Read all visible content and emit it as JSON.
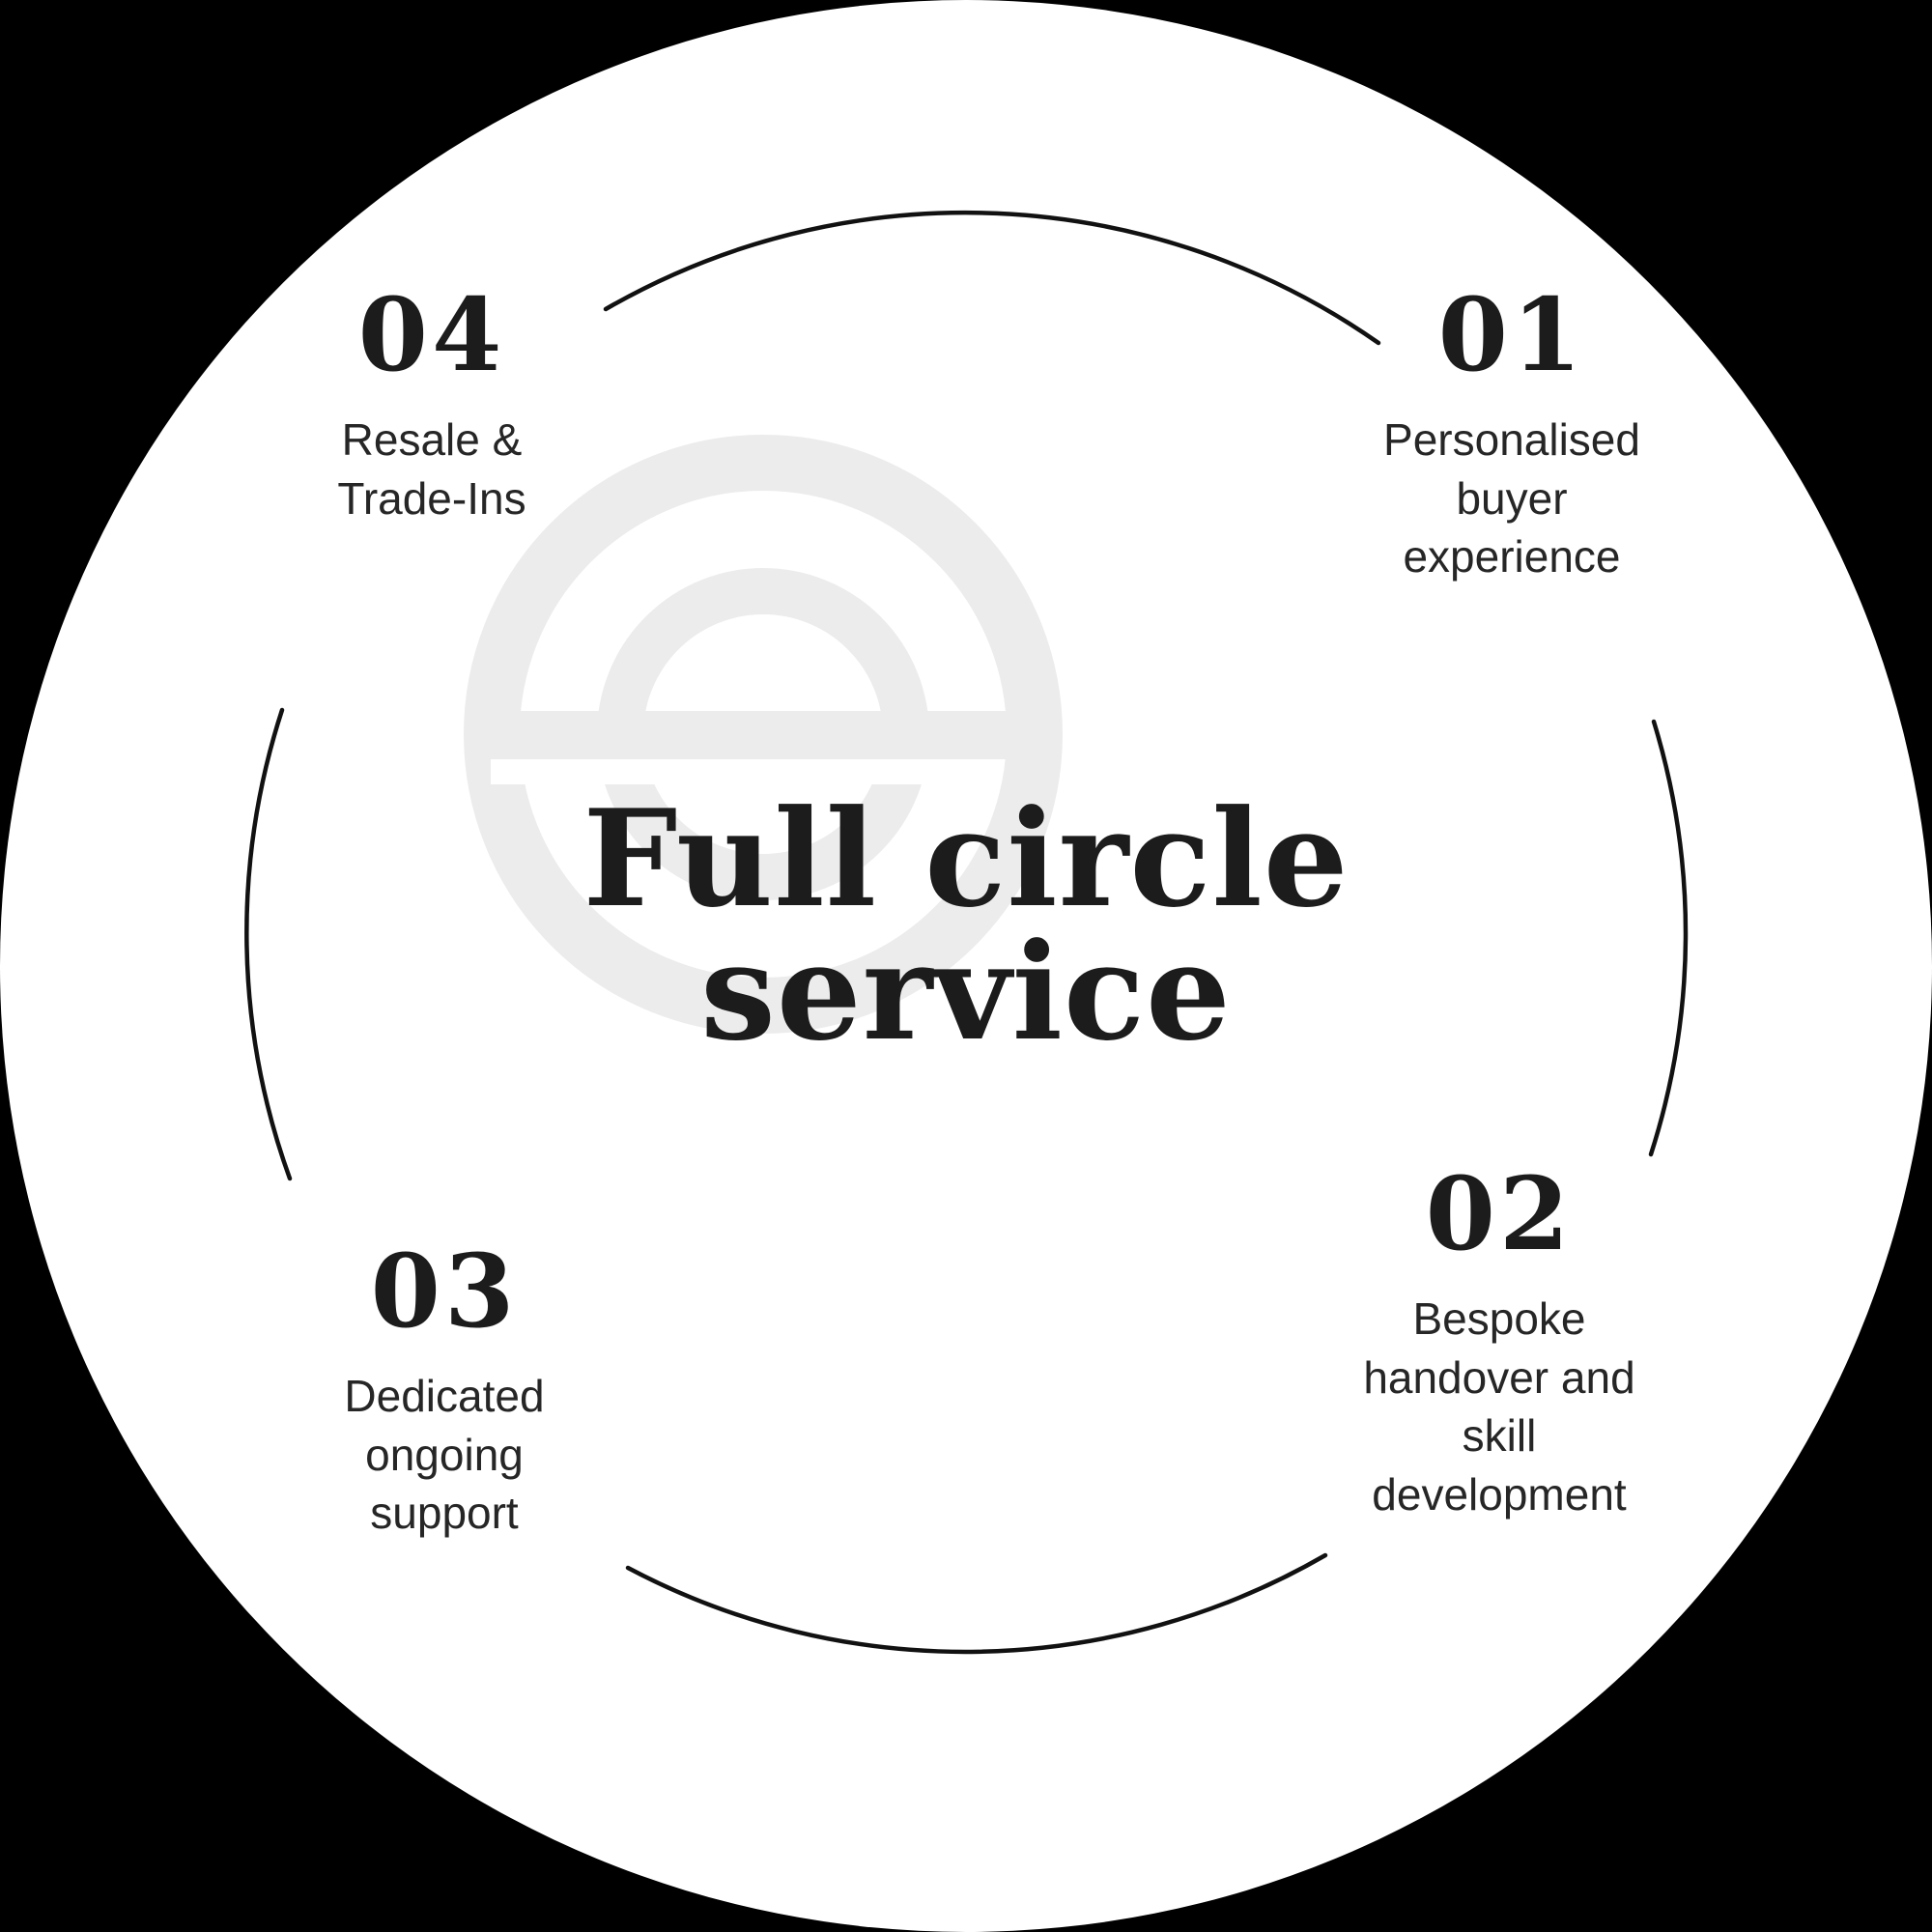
{
  "diagram": {
    "type": "circular-process",
    "title": "Full circle\nservice",
    "line_color": "#111111",
    "background_color": "#000000",
    "circle_color": "#ffffff",
    "watermark_color": "#ececec",
    "text_color": "#1c1c1c"
  },
  "steps": [
    {
      "number": "01",
      "label": "Personalised\nbuyer\nexperience"
    },
    {
      "number": "02",
      "label": "Bespoke\nhandover and\nskill\ndevelopment"
    },
    {
      "number": "03",
      "label": "Dedicated\nongoing\nsupport"
    },
    {
      "number": "04",
      "label": "Resale &\nTrade-Ins"
    }
  ]
}
